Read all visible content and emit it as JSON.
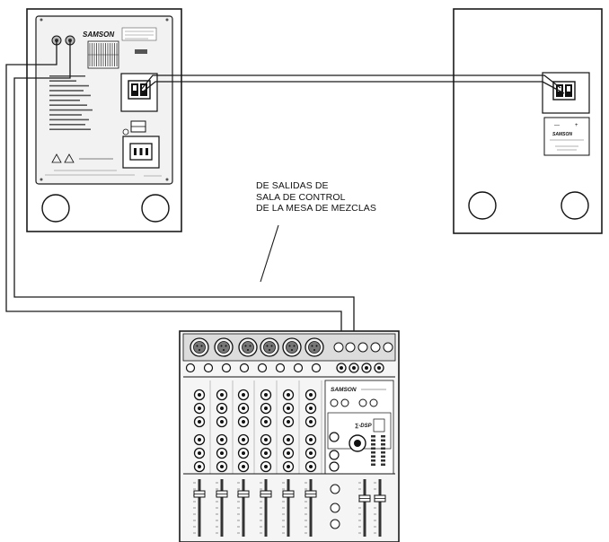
{
  "callout": {
    "line1": "DE SALIDAS DE",
    "line2": "SALA DE CONTROL",
    "line3": "DE LA MESA DE MEZCLAS"
  },
  "monitor_left": {
    "brand": "SAMSON"
  },
  "monitor_right": {
    "brand": "SAMSON"
  },
  "mixer": {
    "brand": "SAMSON"
  },
  "colors": {
    "ink": "#1a1a1a",
    "panel": "#e9e9e9",
    "mixer_top": "#8a8a8a"
  }
}
